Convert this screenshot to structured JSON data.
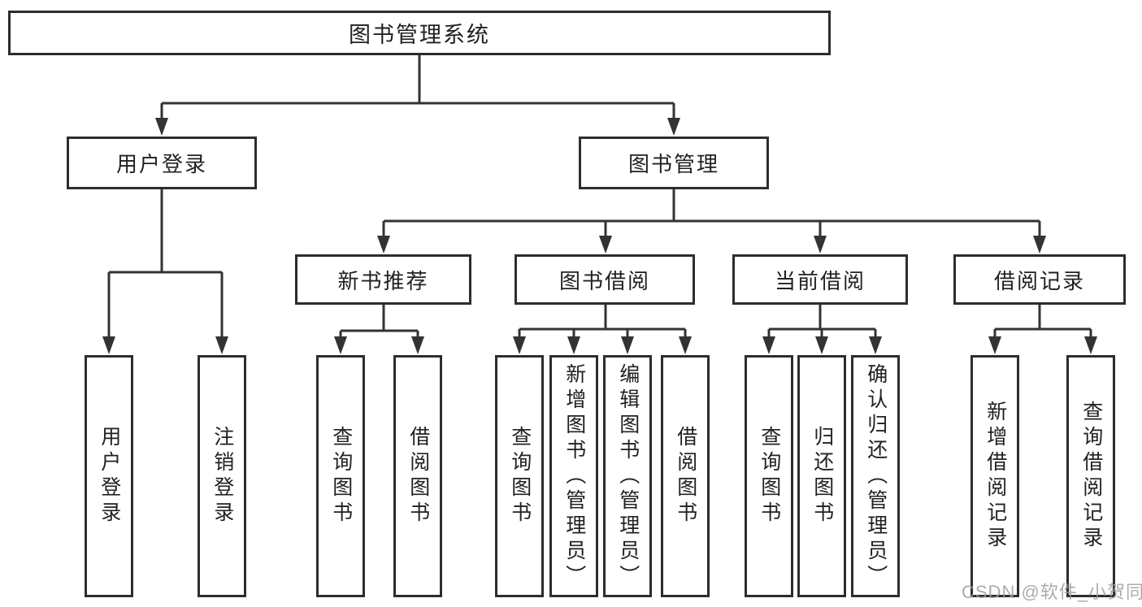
{
  "colors": {
    "line": "#333333",
    "box_border": "#2d2d2d",
    "text": "#212121",
    "watermark": "#9e9e9e",
    "background": "#ffffff"
  },
  "watermark": {
    "text": "CSDN @软件_小贺同学"
  },
  "tree": {
    "root": {
      "label": "图书管理系统",
      "children": [
        {
          "label": "用户登录",
          "children": [
            {
              "label": "用户登录"
            },
            {
              "label": "注销登录"
            }
          ]
        },
        {
          "label": "图书管理",
          "children": [
            {
              "label": "新书推荐",
              "children": [
                {
                  "label": "查询图书"
                },
                {
                  "label": "借阅图书"
                }
              ]
            },
            {
              "label": "图书借阅",
              "children": [
                {
                  "label": "查询图书"
                },
                {
                  "label": "新增图书（管理员）"
                },
                {
                  "label": "编辑图书（管理员）"
                },
                {
                  "label": "借阅图书"
                }
              ]
            },
            {
              "label": "当前借阅",
              "children": [
                {
                  "label": "查询图书"
                },
                {
                  "label": "归还图书"
                },
                {
                  "label": "确认归还（管理员）"
                }
              ]
            },
            {
              "label": "借阅记录",
              "children": [
                {
                  "label": "新增借阅记录"
                },
                {
                  "label": "查询借阅记录"
                }
              ]
            }
          ]
        }
      ]
    }
  }
}
